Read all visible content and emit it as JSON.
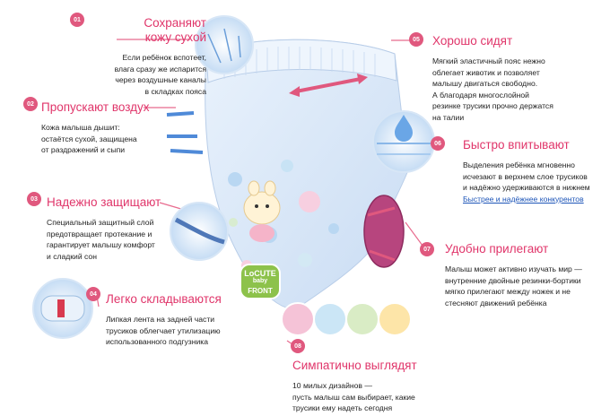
{
  "features": [
    {
      "num": "01",
      "title": [
        "Сохраняют",
        "кожу сухой"
      ],
      "desc": [
        "Если ребёнок вспотеет,",
        "влага сразу же испарится",
        "через воздушные каналы",
        "в складках пояса"
      ]
    },
    {
      "num": "02",
      "title": [
        "Пропускают воздух"
      ],
      "desc": [
        "Кожа малыша дышит:",
        "остаётся сухой, защищена",
        "от раздражений и сыпи"
      ]
    },
    {
      "num": "03",
      "title": [
        "Надежно защищают"
      ],
      "desc": [
        "Специальный защитный слой",
        "предотвращает протекание и",
        "гарантирует малышу комфорт",
        "и сладкий сон"
      ]
    },
    {
      "num": "04",
      "title": [
        "Легко складываются"
      ],
      "desc": [
        "Липкая лента на задней части",
        "трусиков облегчает утилизацию",
        "использованного подгузника"
      ]
    },
    {
      "num": "05",
      "title": [
        "Хорошо сидят"
      ],
      "desc": [
        "Мягкий эластичный пояс нежно",
        "облегает животик и позволяет",
        "малышу двигаться свободно.",
        "А благодаря многослойной",
        "резинке трусики прочно держатся",
        "на талии"
      ]
    },
    {
      "num": "06",
      "title": [
        "Быстро впитывают"
      ],
      "desc": [
        "Выделения ребёнка мгновенно",
        "исчезают в верхнем слое трусиков",
        "и надёжно удерживаются в нижнем"
      ],
      "link": "Быстрее и надёжнее конкурентов"
    },
    {
      "num": "07",
      "title": [
        "Удобно прилегают"
      ],
      "desc": [
        "Малыш может активно изучать мир —",
        "внутренние двойные резинки-бортики",
        "мягко прилегают между ножек и не",
        "стесняют движений ребёнка"
      ]
    },
    {
      "num": "08",
      "title": [
        "Симпатично выглядят"
      ],
      "desc": [
        "10 милых дизайнов —",
        "пусть малыш сам выбирает, какие",
        "трусики ему надеть сегодня"
      ]
    }
  ],
  "product": {
    "brand_top": "LoCUTE",
    "brand_sub": "baby",
    "front_label": "FRONT"
  },
  "colors": {
    "accent": "#e0356a",
    "badge": "#e0587e",
    "line": "#e86b8e",
    "diaper": "#dce9f8"
  }
}
